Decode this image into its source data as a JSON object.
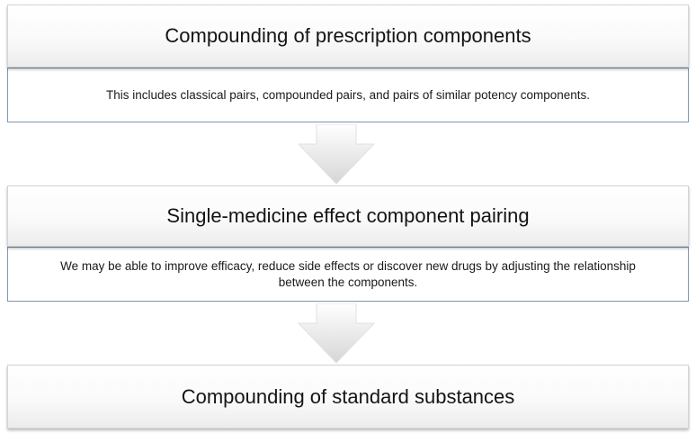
{
  "steps": [
    {
      "title": "Compounding of prescription components",
      "description": "This includes classical pairs, compounded pairs, and pairs of similar potency components."
    },
    {
      "title": "Single-medicine effect component pairing",
      "description": "We may be able to improve efficacy, reduce side effects or discover new drugs by adjusting the relationship between the components."
    },
    {
      "title": "Compounding of standard substances"
    }
  ],
  "colors": {
    "desc_border": "#7f96b3",
    "arrow_fill_top": "#ffffff",
    "arrow_fill_bottom": "#d6d6d6"
  }
}
